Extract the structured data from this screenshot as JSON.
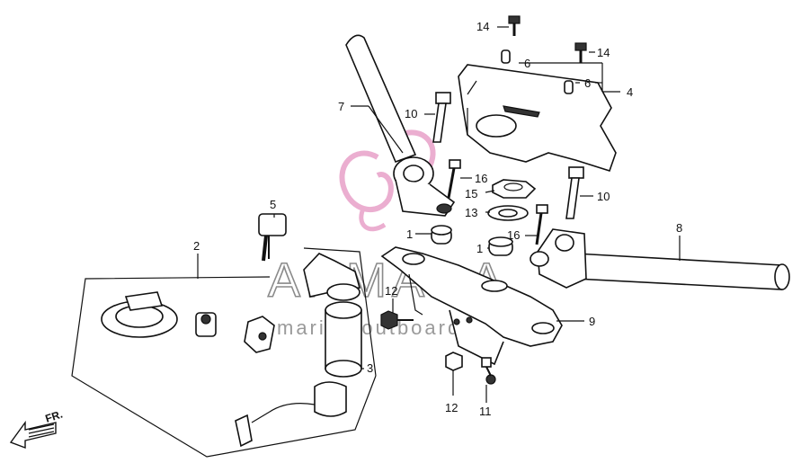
{
  "watermark": {
    "brand": "ARMADA",
    "tagline": "marine outboards",
    "logo_color": "#e8a0c8"
  },
  "direction_label": "FR.",
  "callouts": [
    "1",
    "1",
    "2",
    "3",
    "4",
    "5",
    "6",
    "6",
    "7",
    "8",
    "9",
    "10",
    "10",
    "11",
    "12",
    "12",
    "13",
    "14",
    "14",
    "15",
    "16",
    "16"
  ]
}
